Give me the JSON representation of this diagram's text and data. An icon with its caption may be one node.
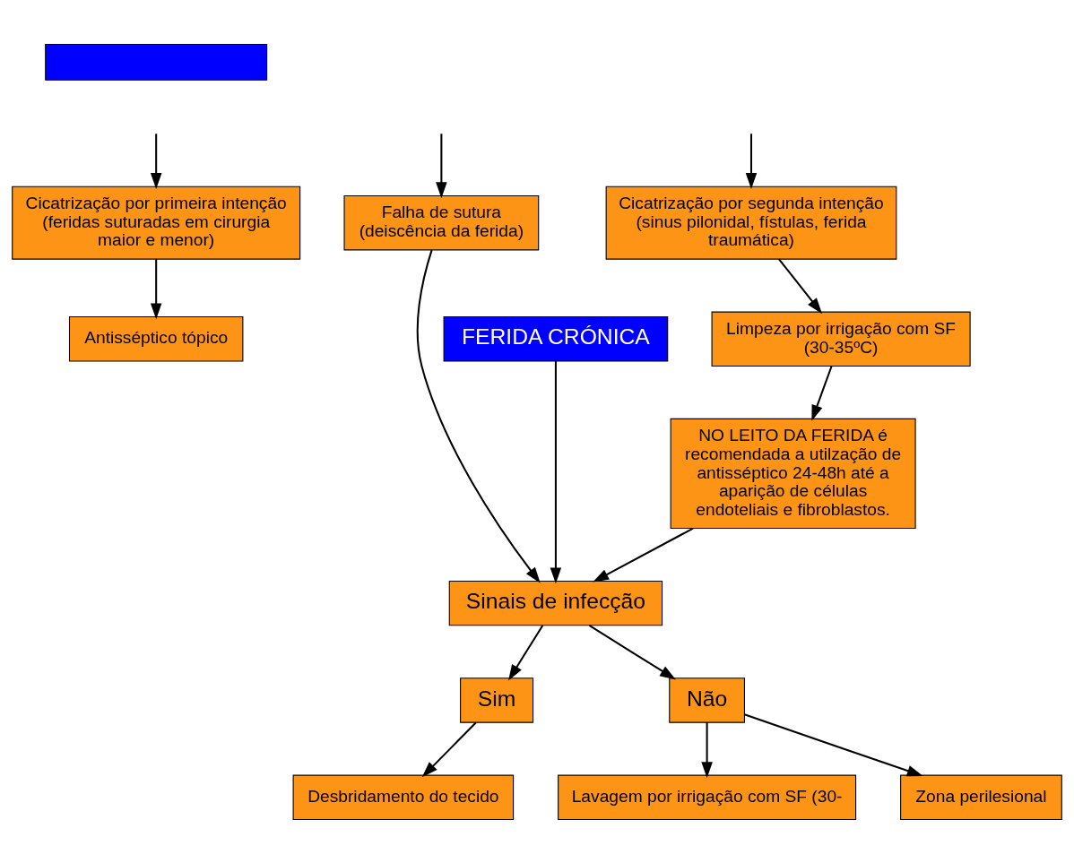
{
  "diagram": {
    "nodes": [
      {
        "text": [],
        "shape": "box"
      },
      {
        "text": [
          "Cicatrização por primeira intenção (feridas suturadas em cirurgia maior e menor)"
        ]
      },
      {
        "text": [
          "Falha de sutura (deiscência da ferida)"
        ]
      },
      {
        "text": [
          "Cicatrização por segunda intenção (sinus pilonidal, fístulas, ferida traumática)"
        ]
      },
      {
        "text": [
          "Antisséptico tópico"
        ]
      },
      {
        "text": [
          "Limpeza por irrigação com SF (30-35ºC)"
        ]
      },
      {
        "text": [
          "NO LEITO DA FERIDA é recomendada a utilzação de antisséptico 24-48h até a aparição de células endoteliais e fibroblastos."
        ]
      },
      {
        "text": [
          "FERIDA CRÓNICA"
        ]
      },
      {
        "text": [
          "Sinais de infecção"
        ]
      },
      {
        "text": [
          "Sim"
        ]
      },
      {
        "text": [
          "Não"
        ]
      },
      {
        "text": [
          "Desbridamento do tecido"
        ]
      },
      {
        "text": [
          "Zona perilesional"
        ]
      },
      {
        "text": [
          "Lavagem por irrigação com SF (30-"
        ]
      }
    ],
    "edges": [
      {
        "from": null,
        "to": 1,
        "arrow": "to"
      },
      {
        "from": null,
        "to": 2,
        "arrow": "to"
      },
      {
        "from": null,
        "to": 3,
        "arrow": "to"
      },
      {
        "from": 1,
        "to": 4,
        "arrow": "to"
      },
      {
        "from": 3,
        "to": 5,
        "arrow": "to"
      },
      {
        "from": 5,
        "to": 6,
        "arrow": "to"
      },
      {
        "from": 7,
        "to": 8,
        "arrow": "to"
      },
      {
        "from": 2,
        "to": 8,
        "arrow": "to"
      },
      {
        "from": 6,
        "to": 8,
        "arrow": "to"
      },
      {
        "from": 8,
        "to": 9,
        "arrow": "to"
      },
      {
        "from": 8,
        "to": 10,
        "arrow": "to"
      },
      {
        "from": 9,
        "to": 11,
        "arrow": "to"
      },
      {
        "from": 10,
        "to": 12,
        "arrow": "to"
      },
      {
        "from": 10,
        "to": 13,
        "arrow": "to"
      }
    ]
  }
}
